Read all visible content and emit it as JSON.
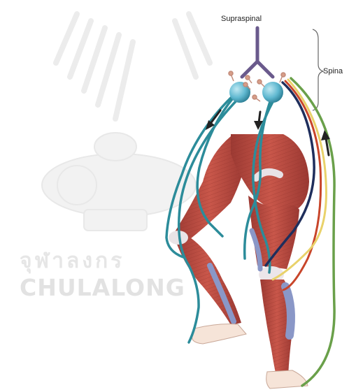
{
  "diagram": {
    "labels": {
      "supraspinal": "Supraspinal",
      "spinal": "Spina"
    }
  },
  "watermark": {
    "thai_text": "จุฬาลงกร",
    "english_text": "CHULALONG"
  },
  "colors": {
    "neuron_body": "#5fb8d0",
    "descending_axon": "#2c8c9a",
    "supraspinal_input": "#6a5a8c",
    "afferent_dark_blue": "#1f2e5c",
    "afferent_red": "#c8452a",
    "afferent_yellow": "#e9d26a",
    "afferent_green": "#6aa04a",
    "muscle": "#b8473d",
    "tendon": "#8a97c7"
  }
}
